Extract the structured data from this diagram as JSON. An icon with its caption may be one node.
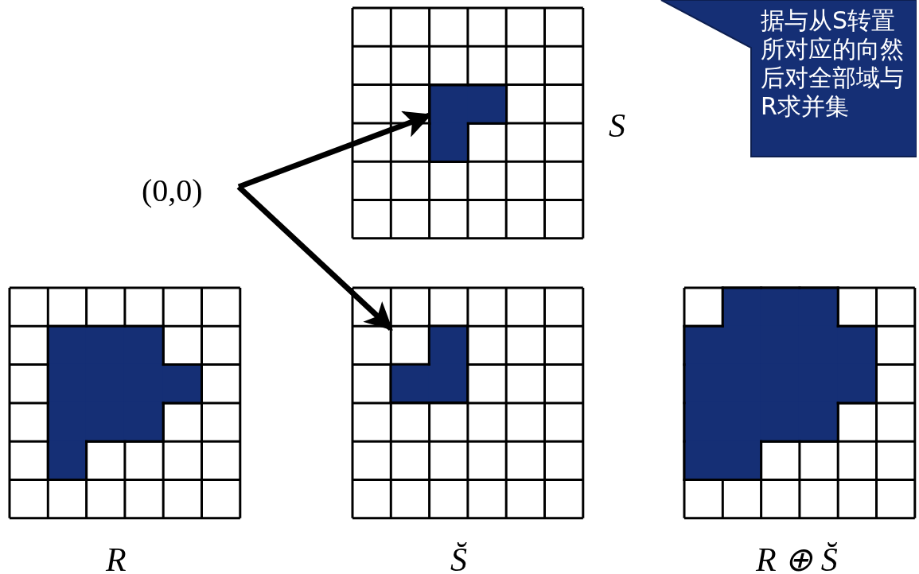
{
  "diagram": {
    "nodes": [
      {
        "text": [
          "(0,0)"
        ]
      },
      {
        "text": [],
        "shape": "box"
      },
      {
        "text": [],
        "shape": "box"
      },
      {
        "text": [
          "据与从S转置所对应的向然后对全部域与R求并集"
        ]
      }
    ],
    "edges": [
      {
        "from": 0,
        "to": 1,
        "arrow": "to"
      },
      {
        "from": 0,
        "to": 2,
        "arrow": "to"
      }
    ],
    "labels": [
      "S",
      "R",
      "S̆",
      "R ⊕ S̆"
    ]
  }
}
